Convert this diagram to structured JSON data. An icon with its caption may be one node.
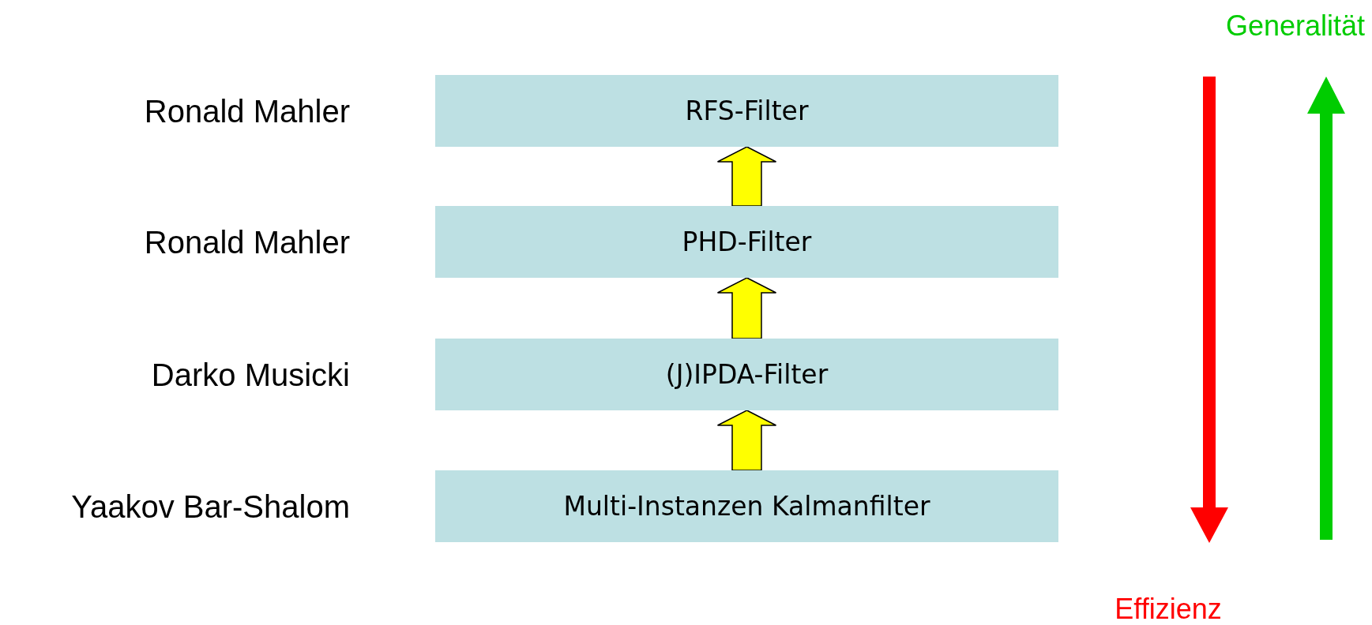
{
  "diagram": {
    "nodes": [
      {
        "text": [
          "RFS-Filter"
        ],
        "beside": [
          "Ronald Mahler"
        ]
      },
      {
        "text": [
          "PHD-Filter"
        ],
        "beside": [
          "Ronald Mahler"
        ]
      },
      {
        "text": [
          "(J)IPDA-Filter"
        ],
        "beside": [
          "Darko Musicki"
        ]
      },
      {
        "text": [
          "Multi-Instanzen Kalmanfilter"
        ],
        "beside": [
          "Yaakov Bar-Shalom"
        ]
      }
    ],
    "edges": [
      {
        "from": 3,
        "to": 2,
        "arrow": "to",
        "style": "thick",
        "color": "#ffff00"
      },
      {
        "from": 2,
        "to": 1,
        "arrow": "to",
        "style": "thick",
        "color": "#ffff00"
      },
      {
        "from": 1,
        "to": 0,
        "arrow": "to",
        "style": "thick",
        "color": "#ffff00"
      }
    ],
    "labels": [
      "Generalität",
      "Effizienz"
    ]
  }
}
